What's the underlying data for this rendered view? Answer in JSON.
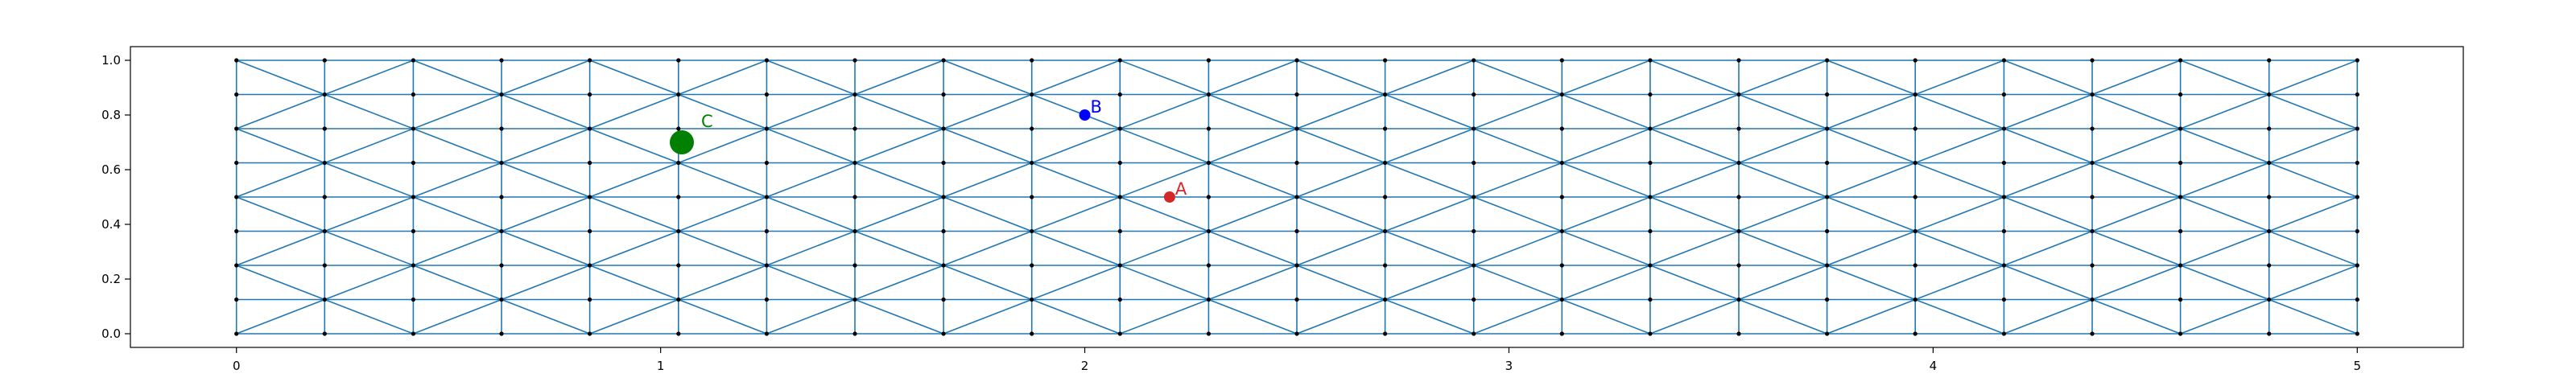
{
  "chart_data": {
    "type": "scatter",
    "xlim": [
      -0.25,
      5.25
    ],
    "ylim": [
      -0.05,
      1.05
    ],
    "x_ticks": [
      "0",
      "1",
      "2",
      "3",
      "4",
      "5"
    ],
    "x_tick_values": [
      0,
      1,
      2,
      3,
      4,
      5
    ],
    "y_ticks": [
      "0.0",
      "0.2",
      "0.4",
      "0.6",
      "0.8",
      "1.0"
    ],
    "y_tick_values": [
      0.0,
      0.2,
      0.4,
      0.6,
      0.8,
      1.0
    ],
    "grid": false,
    "mesh": {
      "color": "#1f77b4",
      "nodes_x": [
        0.0,
        0.208,
        0.417,
        0.625,
        0.833,
        1.042,
        1.25,
        1.458,
        1.667,
        1.875,
        2.083,
        2.292,
        2.5,
        2.708,
        2.917,
        3.125,
        3.333,
        3.542,
        3.75,
        3.958,
        4.167,
        4.375,
        4.583,
        4.792,
        5.0
      ],
      "nodes_y": [
        0.0,
        0.125,
        0.25,
        0.375,
        0.5,
        0.625,
        0.75,
        0.875,
        1.0
      ]
    },
    "points": [
      {
        "label": "A",
        "x": 2.2,
        "y": 0.5,
        "color": "#d62728",
        "size": "small"
      },
      {
        "label": "B",
        "x": 2.0,
        "y": 0.8,
        "color": "#0000ff",
        "size": "small"
      },
      {
        "label": "C",
        "x": 1.05,
        "y": 0.7,
        "color": "#008000",
        "size": "large"
      }
    ]
  }
}
